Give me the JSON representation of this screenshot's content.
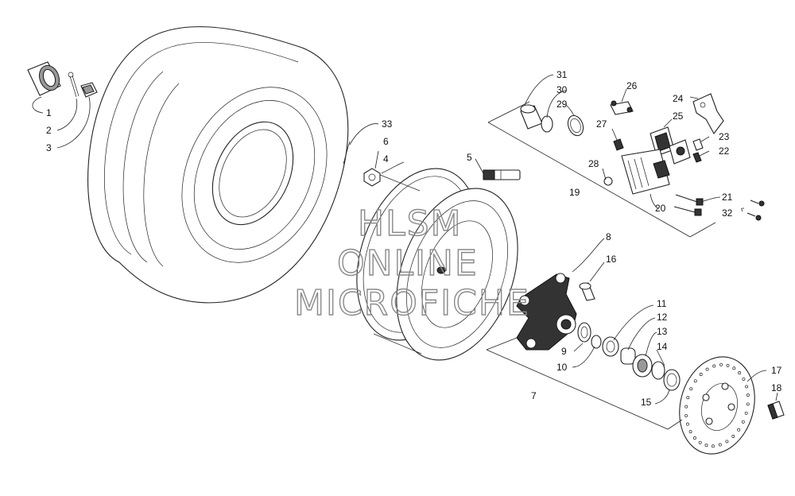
{
  "watermark": {
    "line1": "HLSM",
    "line2": "ONLINE",
    "line3": "MICROFICHE"
  },
  "callouts": {
    "c1": "1",
    "c2": "2",
    "c3": "3",
    "c4": "4",
    "c5": "5",
    "c6": "6",
    "c7": "7",
    "c8": "8",
    "c9": "9",
    "c10": "10",
    "c11": "11",
    "c12": "12",
    "c13": "13",
    "c14": "14",
    "c15": "15",
    "c16": "16",
    "c17": "17",
    "c18": "18",
    "c19": "19",
    "c20": "20",
    "c21": "21",
    "c22": "22",
    "c23": "23",
    "c24": "24",
    "c25": "25",
    "c26": "26",
    "c27": "27",
    "c28": "28",
    "c29": "29",
    "c30": "30",
    "c31": "31",
    "c32": "32",
    "c33": "33"
  },
  "colors": {
    "line": "#222222",
    "watermark": "#8a8a8a",
    "background": "#ffffff"
  }
}
